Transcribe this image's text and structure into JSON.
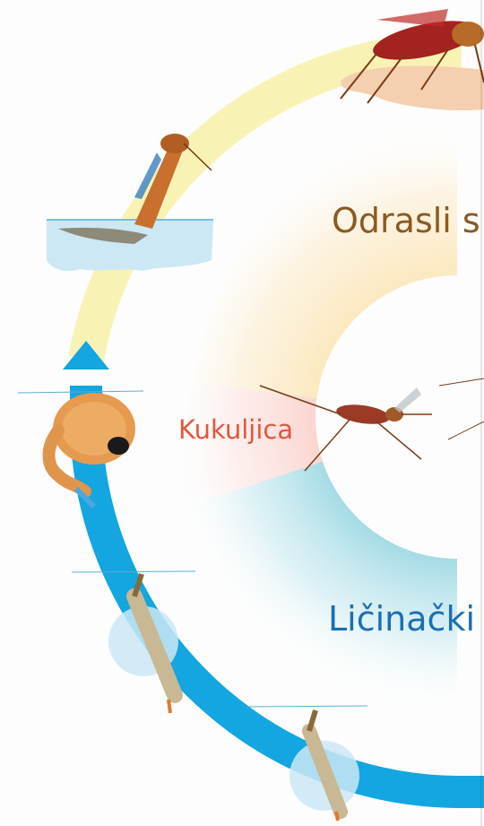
{
  "labels": {
    "adult": "Odrasli s",
    "pupa": "Kukuljica",
    "larva": "Ličinački"
  },
  "colors": {
    "adult_stage": "#8a5a22",
    "pupa_stage": "#e0573c",
    "larva_stage": "#1b6fb3",
    "adult_arc": "#f7f2b0",
    "larva_arc": "#13a6e0",
    "water": "#cfeaf5"
  },
  "stages": [
    "adult",
    "pupa",
    "larva"
  ]
}
